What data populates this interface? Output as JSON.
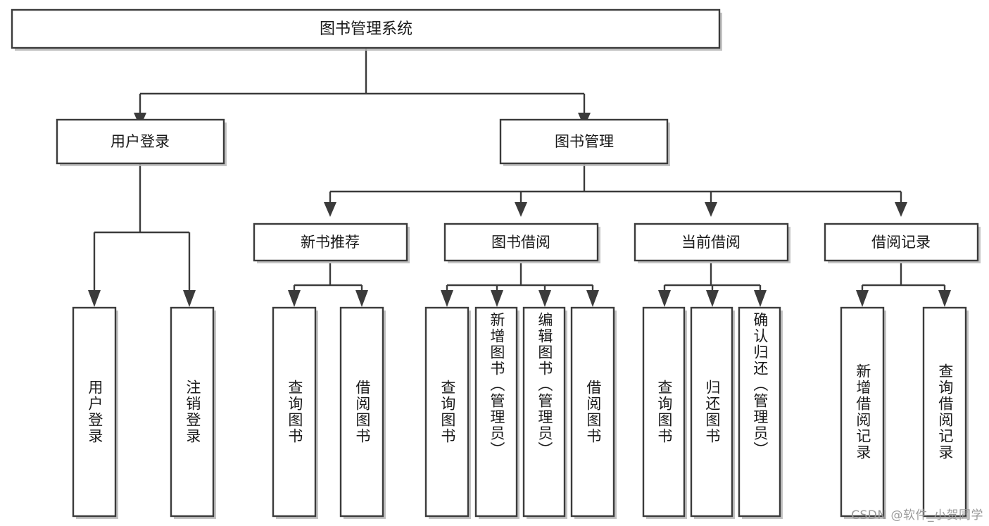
{
  "diagram": {
    "type": "tree",
    "title": "图书管理系统",
    "watermark": "CSDN @软件_小贺同学",
    "colors": {
      "stroke": "#3b3b3b",
      "fill": "#ffffff",
      "text": "#1a1a1a",
      "shadow": "#b9b9b9",
      "watermark": "#9a9a9a",
      "background": "#ffffff"
    },
    "root": {
      "label": "图书管理系统"
    },
    "level2": [
      {
        "label": "用户登录"
      },
      {
        "label": "图书管理"
      }
    ],
    "level3": [
      {
        "label": "新书推荐"
      },
      {
        "label": "图书借阅"
      },
      {
        "label": "当前借阅"
      },
      {
        "label": "借阅记录"
      }
    ],
    "leaves": {
      "user_login": [
        {
          "label": "用户登录"
        },
        {
          "label": "注销登录"
        }
      ],
      "new_book_recommend": [
        {
          "label": "查询图书"
        },
        {
          "label": "借阅图书"
        }
      ],
      "book_borrow": [
        {
          "label": "查询图书"
        },
        {
          "label": "新增图书（管理员）"
        },
        {
          "label": "编辑图书（管理员）"
        },
        {
          "label": "借阅图书"
        }
      ],
      "current_borrow": [
        {
          "label": "查询图书"
        },
        {
          "label": "归还图书"
        },
        {
          "label": "确认归还（管理员）"
        }
      ],
      "borrow_record": [
        {
          "label": "新增借阅记录"
        },
        {
          "label": "查询借阅记录"
        }
      ]
    }
  }
}
